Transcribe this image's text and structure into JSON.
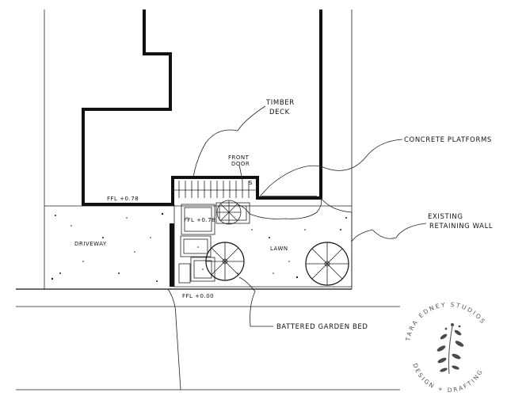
{
  "labels": {
    "timber_deck_1": "TIMBER",
    "timber_deck_2": "DECK",
    "front_door_1": "FRONT",
    "front_door_2": "DOOR",
    "concrete_platforms": "CONCRETE PLATFORMS",
    "existing_wall_1": "EXISTING",
    "existing_wall_2": "RETAINING WALL",
    "driveway": "DRIVEWAY",
    "lawn": "LAWN",
    "battered_bed": "BATTERED GARDEN BED",
    "ffl_house": "FFL +0.78",
    "ffl_deck": "FFL +0.78",
    "ffl_ground": "FFL +0.00",
    "s_mark": "S"
  },
  "logo": {
    "top_text": "TARA EDNEY STUDIOS",
    "bottom_text": "DESIGN + DRAFTING"
  }
}
